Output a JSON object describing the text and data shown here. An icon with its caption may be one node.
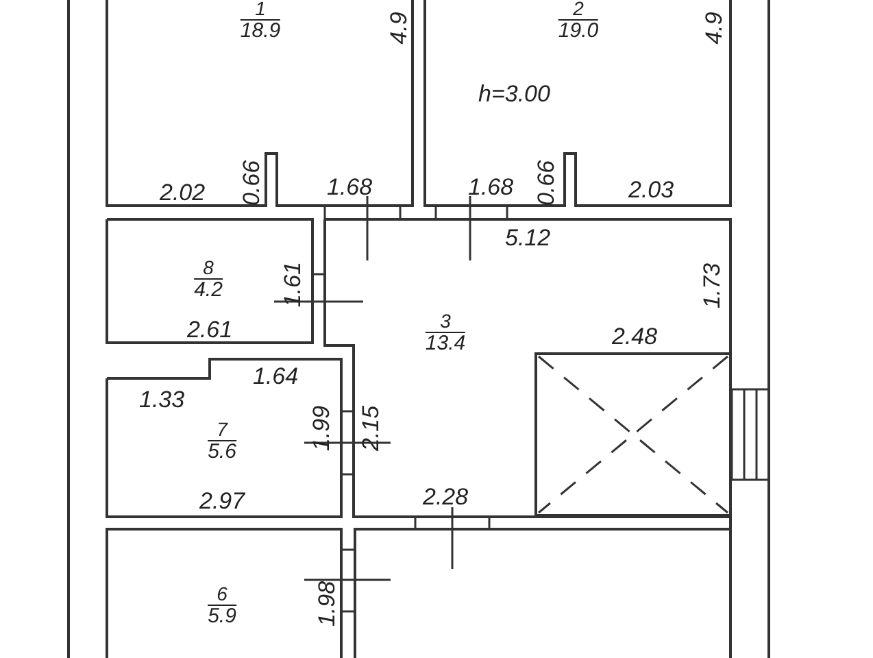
{
  "diagram": {
    "nodes": [
      {
        "text": [
          "1",
          "18.9"
        ]
      },
      {
        "text": [
          "2",
          "19.0"
        ]
      },
      {
        "text": [
          "8",
          "4.2"
        ]
      },
      {
        "text": [
          "3",
          "13.4"
        ]
      },
      {
        "text": [
          "7",
          "5.6"
        ]
      },
      {
        "text": [
          "6",
          "5.9"
        ]
      }
    ],
    "labels": [
      "4.9",
      "4.9",
      "h=3.00",
      "2.02",
      "0.66",
      "1.68",
      "1.68",
      "0.66",
      "2.03",
      "5.12",
      "1.61",
      "1.73",
      "2.61",
      "2.48",
      "1.64",
      "1.33",
      "1.99",
      "2.15",
      "2.97",
      "2.28",
      "1.98"
    ]
  }
}
